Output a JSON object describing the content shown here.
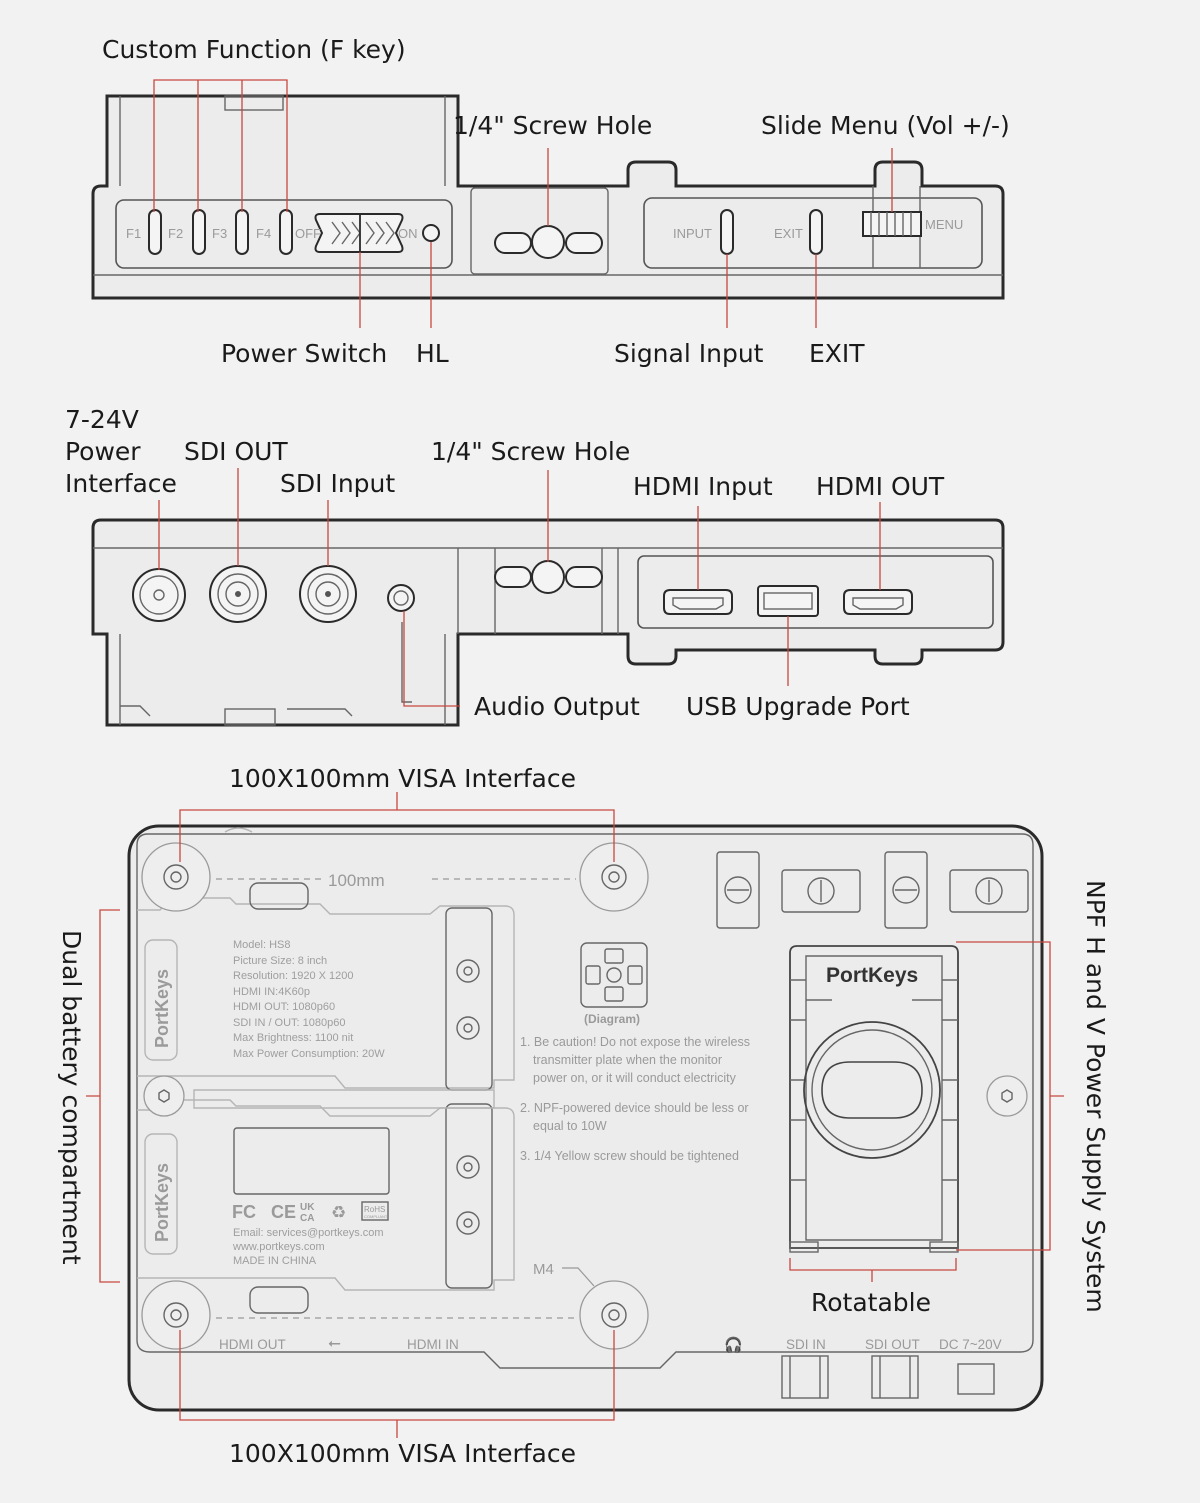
{
  "top_view": {
    "labels": {
      "custom_function": "Custom Function (F key)",
      "screw_hole": "1/4\" Screw Hole",
      "slide_menu": "Slide Menu (Vol +/-)",
      "power_switch": "Power Switch",
      "hl": "HL",
      "signal_input": "Signal Input",
      "exit": "EXIT"
    },
    "printed": {
      "f1": "F1",
      "f2": "F2",
      "f3": "F3",
      "f4": "F4",
      "off": "OFF",
      "on": "ON",
      "input": "INPUT",
      "exit": "EXIT",
      "menu": "MENU"
    }
  },
  "bottom_view": {
    "labels": {
      "power_interface": [
        "7-24V",
        "Power",
        "Interface"
      ],
      "sdi_out": "SDI OUT",
      "sdi_input": "SDI Input",
      "screw_hole": "1/4\" Screw Hole",
      "hdmi_input": "HDMI Input",
      "hdmi_out": "HDMI OUT",
      "audio_output": "Audio Output",
      "usb_upgrade": "USB Upgrade Port"
    }
  },
  "back_view": {
    "labels": {
      "visa_top": "100X100mm VISA Interface",
      "visa_bottom": "100X100mm VISA Interface",
      "dual_battery": "Dual battery compartment",
      "npf": "NPF H and V Power Supply System",
      "rotatable": "Rotatable"
    },
    "printed": {
      "dimension": "100mm",
      "brand_vertical": "PortKeys",
      "logo": "PortKeys",
      "specs": [
        "Model: HS8",
        "Picture Size: 8 inch",
        "Resolution: 1920 X 1200",
        "HDMI IN:4K60p",
        "HDMI OUT: 1080p60",
        "SDI IN / OUT: 1080p60",
        "Max Brightness: 1100 nit",
        "Max Power Consumption: 20W"
      ],
      "certs": [
        "FC",
        "CE",
        "UK",
        "CA",
        "RoHS",
        "COMPLIANT"
      ],
      "contact": [
        "Email: services@portkeys.com",
        "www.portkeys.com",
        "MADE IN CHINA"
      ],
      "diagram_caption": "(Diagram)",
      "notes": [
        "1.  Be caution! Do not expose the wireless",
        "transmitter plate when the monitor",
        "power on, or it will conduct electricity",
        "2. NPF-powered device should be less or",
        "equal to 10W",
        "3. 1/4 Yellow screw should be tightened"
      ],
      "m4": "M4",
      "ports": [
        "HDMI OUT",
        "HDMI IN",
        "SDI IN",
        "SDI OUT",
        "DC 7~20V"
      ]
    }
  }
}
